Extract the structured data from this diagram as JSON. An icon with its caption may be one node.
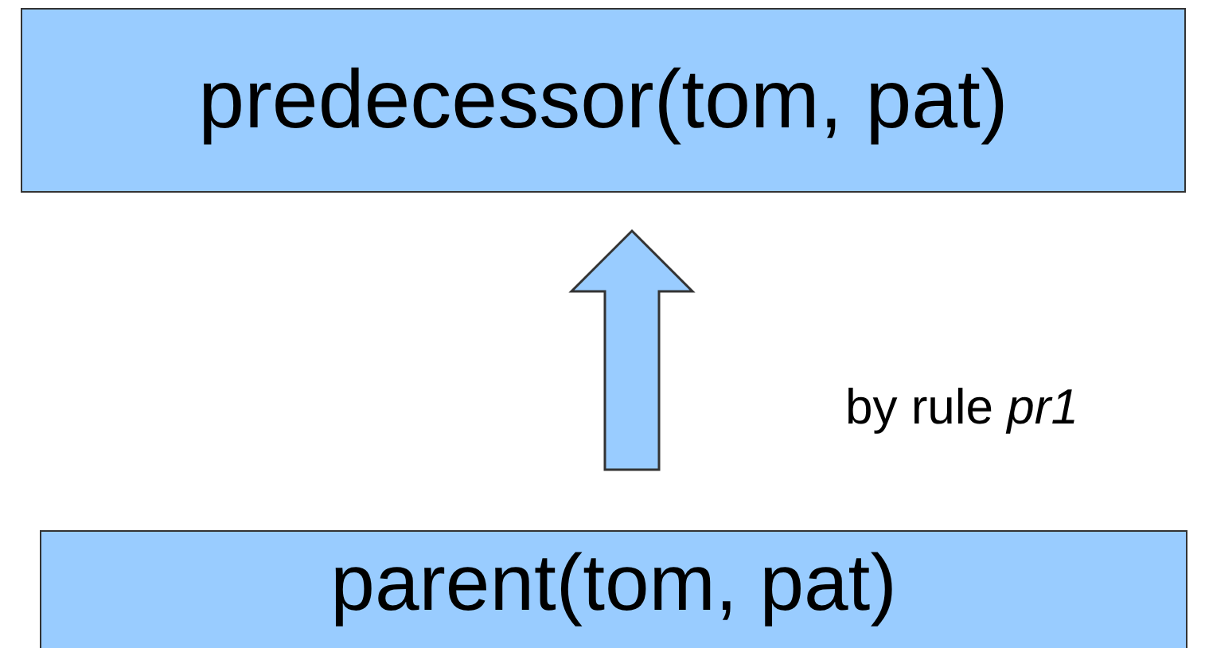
{
  "diagram": {
    "nodes": [
      {
        "text": [
          "predecessor(tom, pat)"
        ]
      },
      {
        "text": [
          "parent(tom, pat)"
        ]
      }
    ],
    "edges": [
      {
        "from": 1,
        "to": 0,
        "arrow": "to",
        "label": "by rule *pr1*"
      }
    ]
  }
}
